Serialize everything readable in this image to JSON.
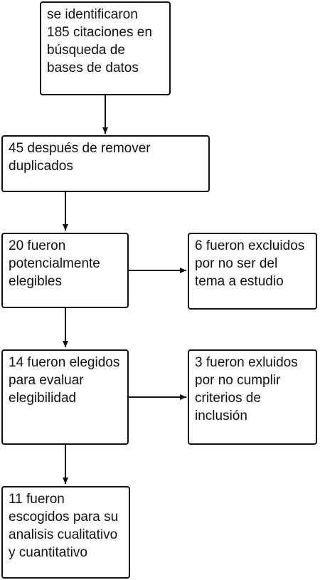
{
  "boxes": {
    "identified": "se identificaron 185 citaciones en búsqueda de bases de datos",
    "after_duplicates": "45 después de remover duplicados",
    "potentially_eligible": "20 fueron potencialmente elegibles",
    "excluded_topic": "6 fueron excluidos por no ser del tema a estudio",
    "eligibility_assessed": "14 fueron elegidos para evaluar elegibilidad",
    "excluded_criteria": "3 fueron exluidos por no cumplir criterios de inclusión",
    "included": "11 fueron escogidos para su analisis cualitativo y cuantitativo"
  },
  "colors": {
    "stroke": "#111111",
    "background": "#ffffff"
  }
}
